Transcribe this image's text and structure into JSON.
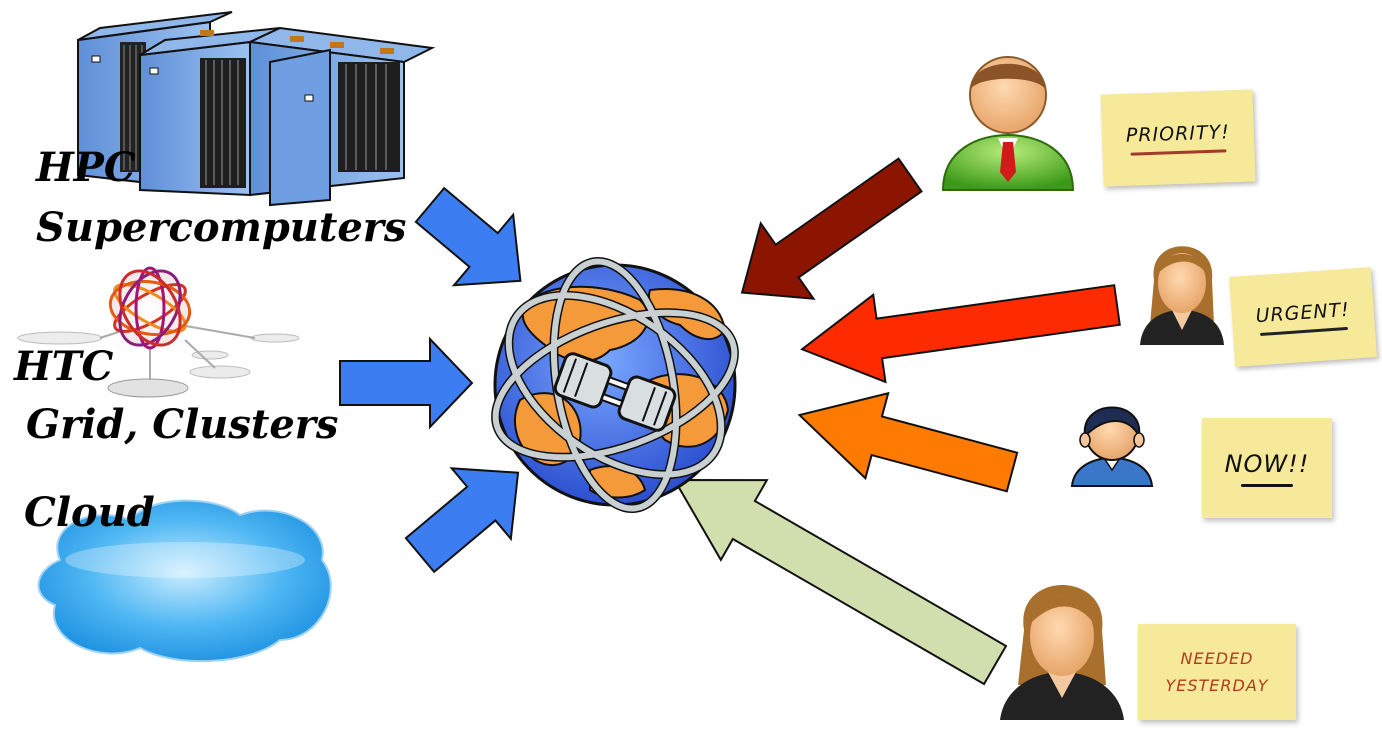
{
  "resources": {
    "hpc_title": "HPC",
    "hpc_subtitle": "Supercomputers",
    "htc_title": "HTC",
    "htc_subtitle": "Grid, Clusters",
    "cloud_title": "Cloud"
  },
  "requests": {
    "priority": "PRIORITY!",
    "urgent": "URGENT!",
    "now": "NOW!!",
    "needed_line1": "NEEDED",
    "needed_line2": "YESTERDAY"
  },
  "colors": {
    "resource_arrow": "#3d7df2",
    "priority_arrow": "#8b1500",
    "urgent_arrow": "#ff2b00",
    "now_arrow": "#ff7a00",
    "needed_arrow": "#d1dfae",
    "sticky_note": "#f7e99a"
  },
  "icons": {
    "supercomputer": "supercomputer-rack-icon",
    "grid": "grid-sphere-icon",
    "cloud": "cloud-icon",
    "globe": "connected-globe-icon",
    "users": [
      "manager-icon",
      "woman-icon",
      "boy-icon",
      "woman-icon"
    ]
  }
}
